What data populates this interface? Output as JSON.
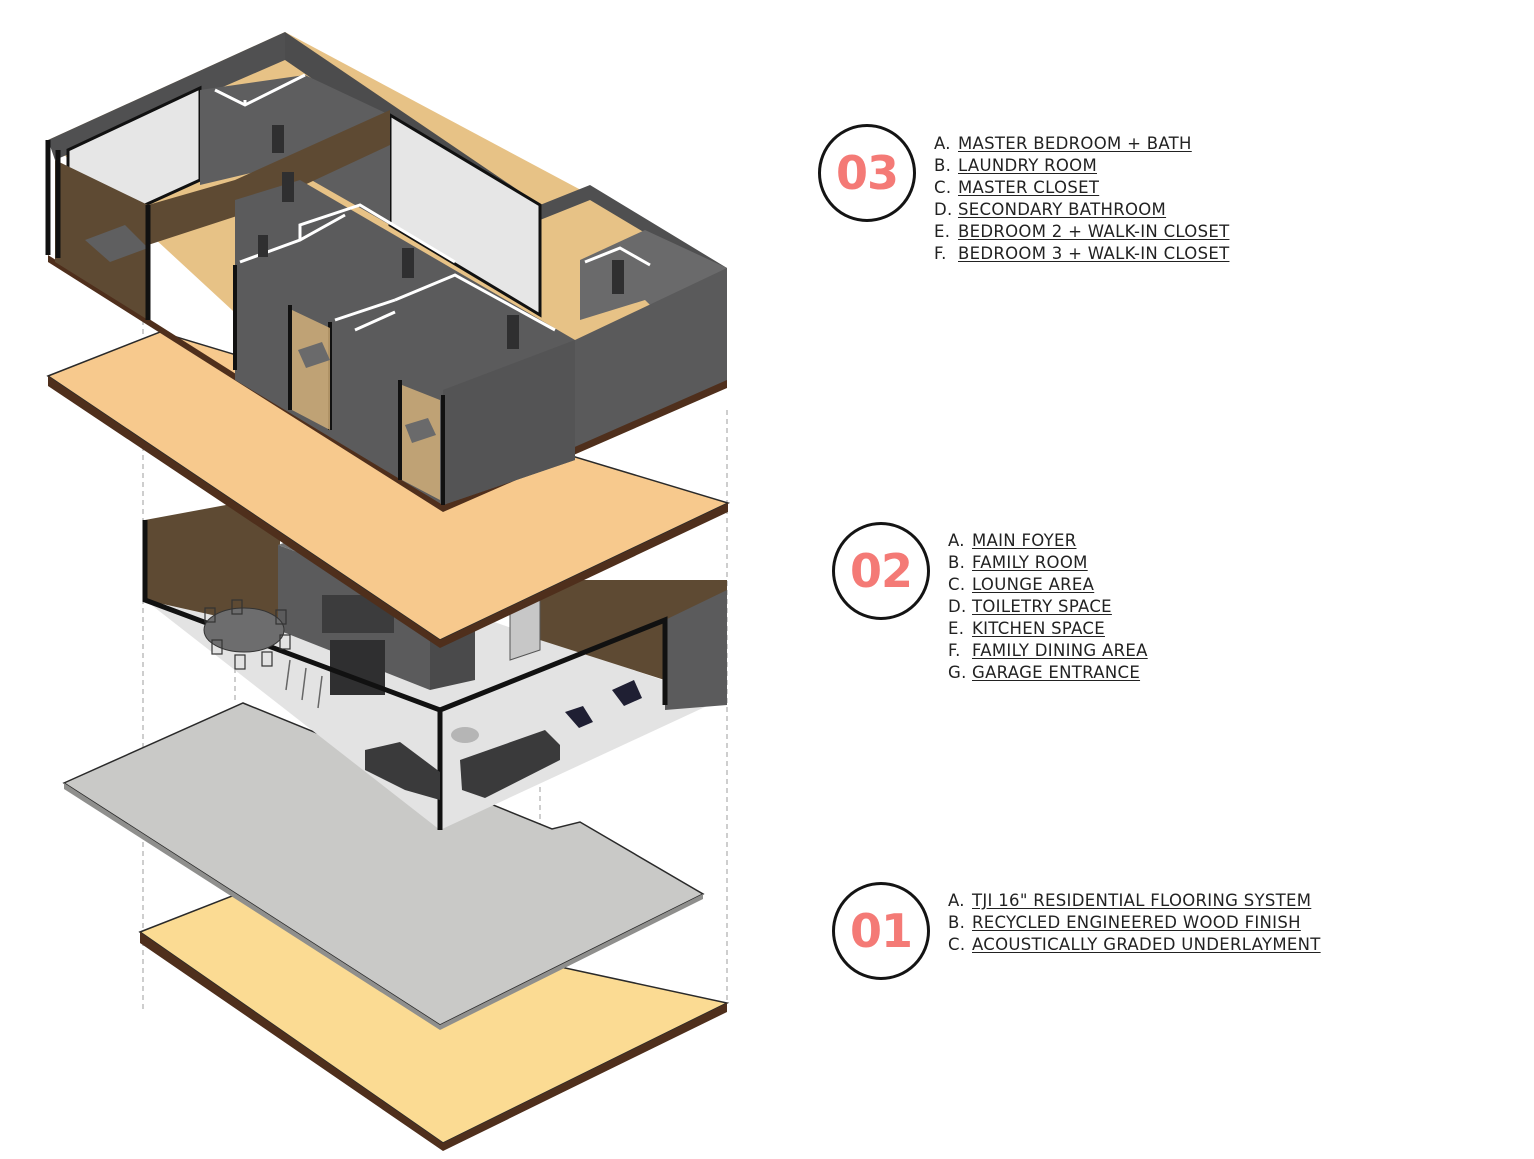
{
  "colors": {
    "accent": "#f47a76",
    "wall": "#5b5b5c",
    "wall_light": "#6a6a6b",
    "wood_wall": "#5e4a33",
    "slab_wood": "#f7c98d",
    "slab_wood_light": "#fbdb93",
    "slab_edge": "#4f2f1c",
    "concrete": "#c9c9c7",
    "glass": "#e6e6e6"
  },
  "levels": [
    {
      "number": "03",
      "items": [
        {
          "letter": "A.",
          "label": "MASTER BEDROOM + BATH"
        },
        {
          "letter": "B.",
          "label": "LAUNDRY ROOM"
        },
        {
          "letter": "C.",
          "label": "MASTER CLOSET"
        },
        {
          "letter": "D.",
          "label": "SECONDARY BATHROOM"
        },
        {
          "letter": "E.",
          "label": "BEDROOM 2 + WALK-IN CLOSET"
        },
        {
          "letter": "F.",
          "label": "BEDROOM 3 + WALK-IN CLOSET"
        }
      ]
    },
    {
      "number": "02",
      "items": [
        {
          "letter": "A.",
          "label": "MAIN FOYER"
        },
        {
          "letter": "B.",
          "label": "FAMILY ROOM"
        },
        {
          "letter": "C.",
          "label": "LOUNGE AREA"
        },
        {
          "letter": "D.",
          "label": "TOILETRY SPACE"
        },
        {
          "letter": "E.",
          "label": "KITCHEN SPACE"
        },
        {
          "letter": "F.",
          "label": "FAMILY DINING AREA"
        },
        {
          "letter": "G.",
          "label": "GARAGE ENTRANCE"
        }
      ]
    },
    {
      "number": "01",
      "items": [
        {
          "letter": "A.",
          "label": "TJI 16\" RESIDENTIAL FLOORING SYSTEM"
        },
        {
          "letter": "B.",
          "label": "RECYCLED ENGINEERED WOOD FINISH"
        },
        {
          "letter": "C.",
          "label": "ACOUSTICALLY GRADED UNDERLAYMENT"
        }
      ]
    }
  ]
}
